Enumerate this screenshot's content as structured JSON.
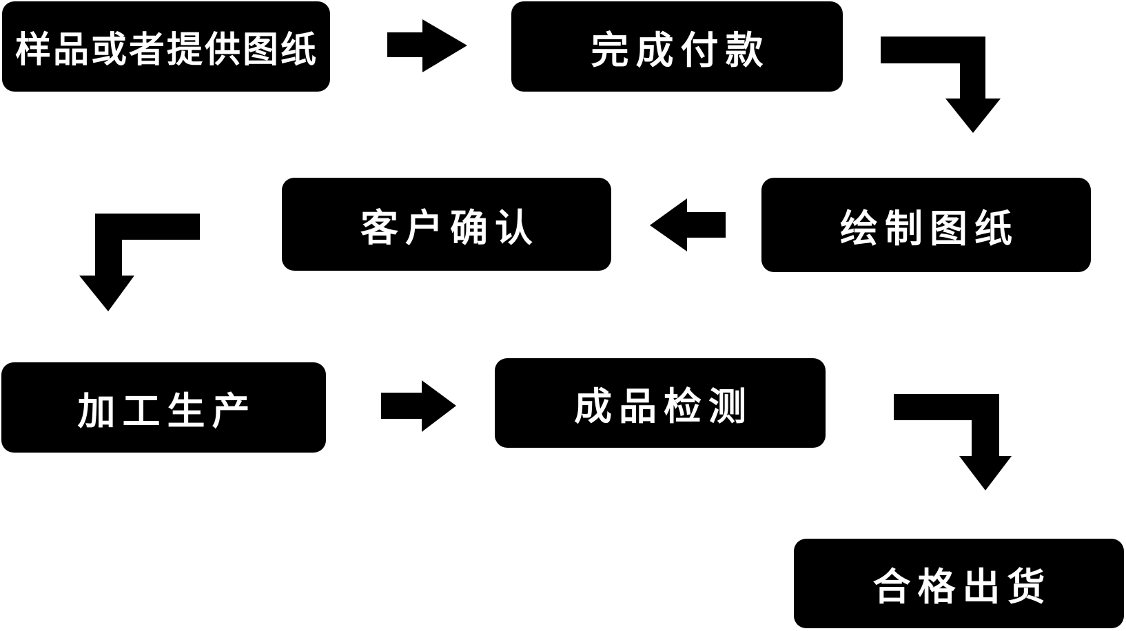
{
  "flowchart": {
    "nodes": [
      {
        "id": "step1",
        "label": "样品或者提供图纸"
      },
      {
        "id": "step2",
        "label": "完成付款"
      },
      {
        "id": "step3",
        "label": "绘制图纸"
      },
      {
        "id": "step4",
        "label": "客户确认"
      },
      {
        "id": "step5",
        "label": "加工生产"
      },
      {
        "id": "step6",
        "label": "成品检测"
      },
      {
        "id": "step7",
        "label": "合格出货"
      }
    ],
    "connections": [
      {
        "from": "样品或者提供图纸",
        "to": "完成付款",
        "shape": "straight-right-arrow"
      },
      {
        "from": "完成付款",
        "to": "绘制图纸",
        "shape": "elbow-right-then-down-arrow"
      },
      {
        "from": "绘制图纸",
        "to": "客户确认",
        "shape": "straight-left-arrow"
      },
      {
        "from": "客户确认",
        "to": "加工生产",
        "shape": "elbow-left-then-down-arrow"
      },
      {
        "from": "加工生产",
        "to": "成品检测",
        "shape": "straight-right-arrow"
      },
      {
        "from": "成品检测",
        "to": "合格出货",
        "shape": "elbow-right-then-down-arrow"
      }
    ],
    "colors": {
      "background": "#ffffff",
      "node_fill": "#000000",
      "node_text": "#ffffff",
      "arrow": "#000000"
    }
  }
}
